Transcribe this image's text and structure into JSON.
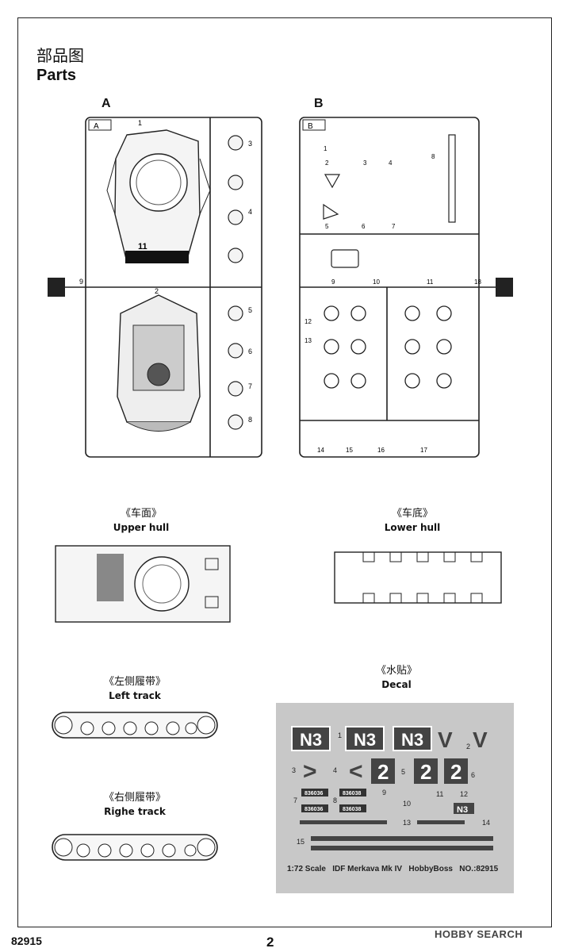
{
  "header": {
    "title_cn": "部品图",
    "title_en": "Parts"
  },
  "sprues": {
    "A": {
      "label": "A",
      "tag": "A",
      "numbers": [
        "1",
        "2",
        "3",
        "4",
        "5",
        "6",
        "7",
        "8",
        "9"
      ]
    },
    "B": {
      "label": "B",
      "tag": "B",
      "numbers": [
        "1",
        "2",
        "3",
        "4",
        "5",
        "6",
        "7",
        "8",
        "9",
        "10",
        "11",
        "12",
        "13",
        "14",
        "15",
        "16",
        "17",
        "18"
      ]
    }
  },
  "hull_badge": "11",
  "sections": {
    "upper_hull": {
      "cn": "《车面》",
      "en": "Upper hull"
    },
    "lower_hull": {
      "cn": "《车底》",
      "en": "Lower hull"
    },
    "left_track": {
      "cn": "《左侧履带》",
      "en": "Left track"
    },
    "right_track": {
      "cn": "《右侧履带》",
      "en": "Righe track"
    },
    "decal": {
      "cn": "《水贴》",
      "en": "Decal"
    }
  },
  "decal_sheet": {
    "marks": [
      "N3",
      "N3",
      "N3",
      "V",
      "V",
      "2",
      "2",
      "2",
      "N3"
    ],
    "plates": [
      "836036",
      "836038",
      "836036",
      "836038"
    ],
    "numbers": [
      "1",
      "2",
      "3",
      "4",
      "5",
      "6",
      "7",
      "8",
      "9",
      "10",
      "11",
      "12",
      "13",
      "14",
      "15"
    ],
    "caption": "1:72 Scale   IDF Merkava Mk IV   HobbyBoss   NO.:82915"
  },
  "footer": {
    "code": "82915",
    "page": "2",
    "watermark": "HOBBY SEARCH"
  }
}
